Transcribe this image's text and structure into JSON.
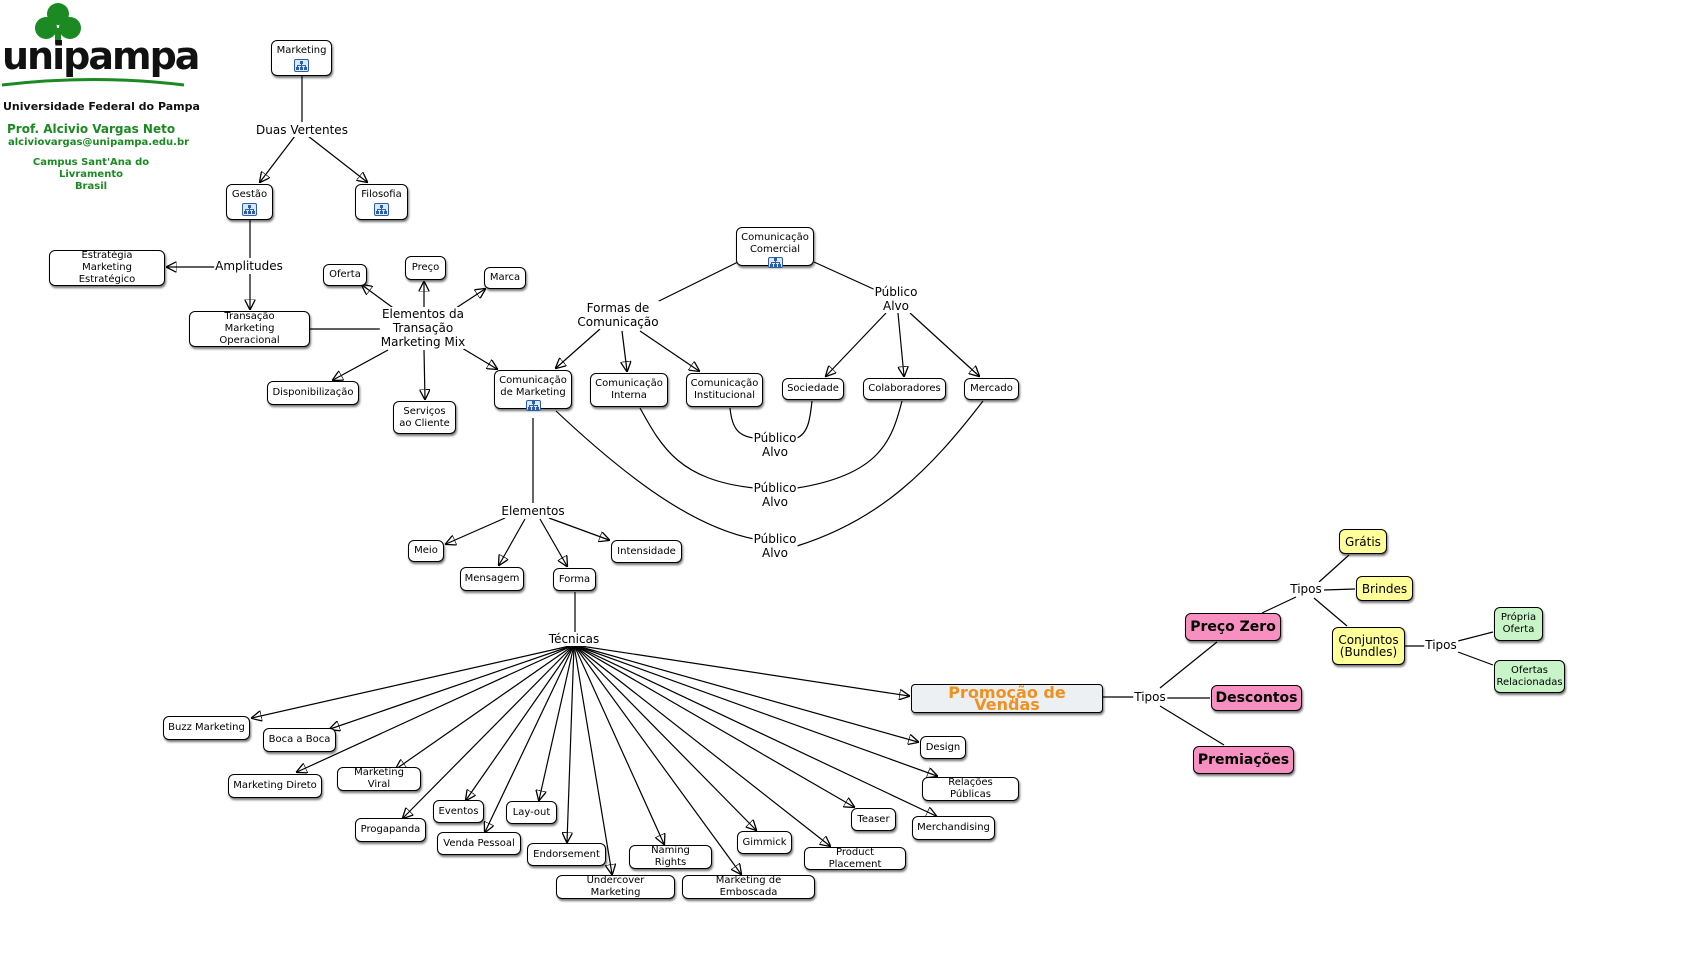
{
  "brand": {
    "wordmark": "unipampa",
    "university": "Universidade Federal do Pampa",
    "professor": "Prof. Alcivio Vargas Neto",
    "email": "alciviovargas@unipampa.edu.br",
    "campus_line1": "Campus Sant'Ana do Livramento",
    "campus_line2": "Brasil"
  },
  "concepts": {
    "marketing": "Marketing",
    "gestao": "Gestão",
    "filosofia": "Filosofia",
    "estrategia": "Estratégia\nMarketing Estratégico",
    "transacao": "Transação\nMarketing Operacional",
    "oferta": "Oferta",
    "preco": "Preço",
    "marca": "Marca",
    "disponibilizacao": "Disponibilização",
    "servicos": "Serviços\nao Cliente",
    "com_marketing": "Comunicação\nde Marketing",
    "com_comercial": "Comunicação\nComercial",
    "com_interna": "Comunicação\nInterna",
    "com_institucional": "Comunicação\nInstitucional",
    "sociedade": "Sociedade",
    "colaboradores": "Colaboradores",
    "mercado": "Mercado",
    "meio": "Meio",
    "mensagem": "Mensagem",
    "forma": "Forma",
    "intensidade": "Intensidade",
    "buzz": "Buzz Marketing",
    "boca": "Boca a Boca",
    "direto": "Marketing Direto",
    "viral": "Marketing Viral",
    "progapanda": "Progapanda",
    "eventos": "Eventos",
    "venda": "Venda Pessoal",
    "layout": "Lay-out",
    "endorsement": "Endorsement",
    "undercover": "Undercover Marketing",
    "naming": "Naming Rights",
    "emboscada": "Marketing de Emboscada",
    "gimmick": "Gimmick",
    "placement": "Product Placement",
    "teaser": "Teaser",
    "merchandising": "Merchandising",
    "relacoes": "Relações Públicas",
    "design": "Design",
    "promocao": "Promoção de Vendas",
    "preco_zero": "Preço Zero",
    "descontos": "Descontos",
    "premiacoes": "Premiações",
    "gratis": "Grátis",
    "brindes": "Brindes",
    "conjuntos": "Conjuntos\n(Bundles)",
    "propria": "Própria\nOferta",
    "ofertas_rel": "Ofertas\nRelacionadas"
  },
  "linking_phrases": {
    "duas_vertentes": "Duas Vertentes",
    "amplitudes": "Amplitudes",
    "elementos_transacao": "Elementos da\nTransação\nMarketing Mix",
    "formas": "Formas de\nComunicação",
    "publico_alvo_top": "Público\nAlvo",
    "publico_alvo_1": "Público\nAlvo",
    "publico_alvo_2": "Público\nAlvo",
    "publico_alvo_3": "Público\nAlvo",
    "elementos": "Elementos",
    "tecnicas": "Técnicas",
    "tipos_promocao": "Tipos",
    "tipos_preco_zero": "Tipos",
    "tipos_conjuntos": "Tipos"
  },
  "icons": {
    "submap_link": "submap-link-icon",
    "logo": "unipampa-logo-icon"
  },
  "colors": {
    "brand_green": "#1b8a22",
    "promo_orange": "#f0901f",
    "pink_node": "#f78fc0",
    "yellow_node": "#ffff9a",
    "green_node": "#c7f5c7",
    "link_icon_blue": "#2d5fa8"
  }
}
